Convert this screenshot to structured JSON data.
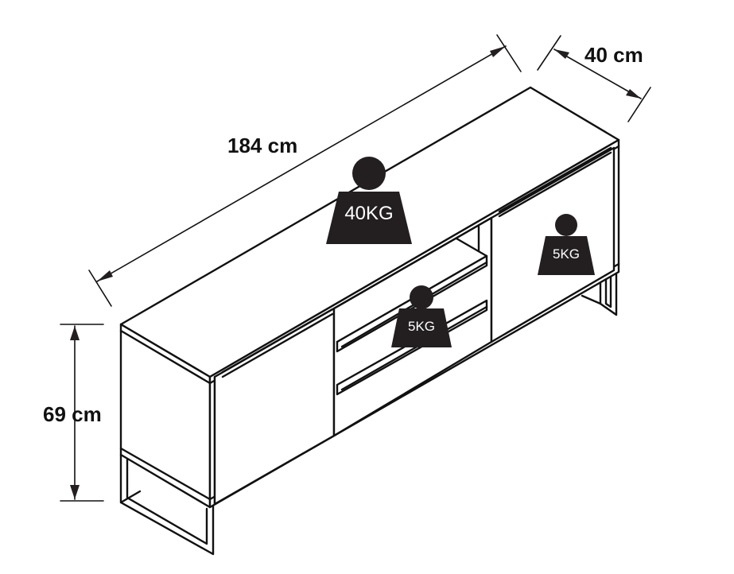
{
  "dimensions": {
    "width_label": "184 cm",
    "depth_label": "40 cm",
    "height_label": "69 cm"
  },
  "weights": {
    "top_label": "40KG",
    "shelf_label": "5KG",
    "cabinet_label": "5KG"
  },
  "colors": {
    "ink": "#231f20",
    "outline": "#111111",
    "background": "#ffffff"
  }
}
